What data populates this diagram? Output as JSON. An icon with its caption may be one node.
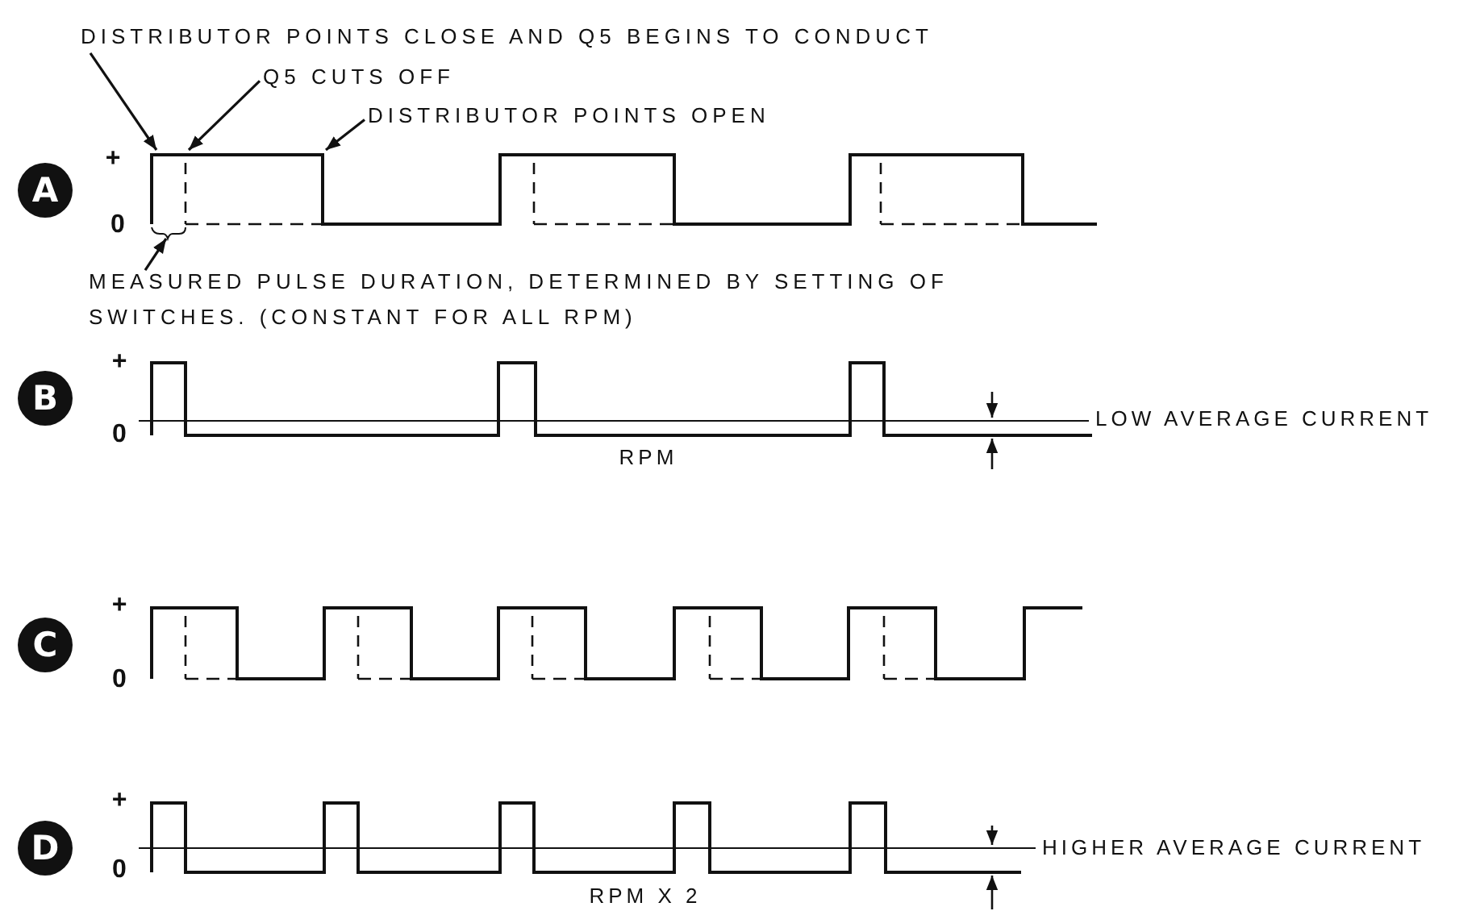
{
  "diagram": {
    "nodes": [
      {
        "text": [
          "DISTRIBUTOR POINTS CLOSE AND Q5 BEGINS TO CONDUCT"
        ]
      },
      {
        "text": [
          "Q5 CUTS OFF"
        ]
      },
      {
        "text": [
          "DISTRIBUTOR POINTS OPEN"
        ]
      },
      {
        "text": [
          "MEASURED PULSE DURATION, DETERMINED BY SETTING OF SWITCHES. (CONSTANT FOR ALL RPM)"
        ]
      },
      {
        "text": [
          "A"
        ]
      },
      {
        "text": [
          "B"
        ]
      },
      {
        "text": [
          "C"
        ]
      },
      {
        "text": [
          "D"
        ]
      }
    ],
    "edges": [
      {
        "from": 0,
        "to": null,
        "arrow": "to"
      },
      {
        "from": 1,
        "to": null,
        "arrow": "to"
      },
      {
        "from": 2,
        "to": null,
        "arrow": "to"
      },
      {
        "from": 3,
        "to": null,
        "arrow": "to"
      }
    ],
    "labels": [
      "+",
      "0",
      "+",
      "0",
      "LOW AVERAGE CURRENT",
      "RPM",
      "+",
      "0",
      "+",
      "0",
      "HIGHER AVERAGE CURRENT",
      "RPM X 2"
    ]
  }
}
